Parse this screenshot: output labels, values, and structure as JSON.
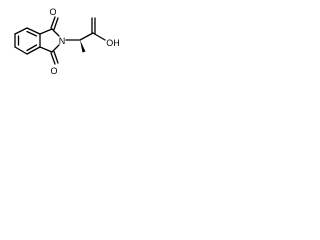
{
  "structure": {
    "atoms": {
      "oxygen_top": "O",
      "oxygen_bottom": "O",
      "nitrogen": "N",
      "hydroxyl": "OH"
    },
    "colors": {
      "ink": "#000000",
      "background": "#ffffff"
    }
  }
}
